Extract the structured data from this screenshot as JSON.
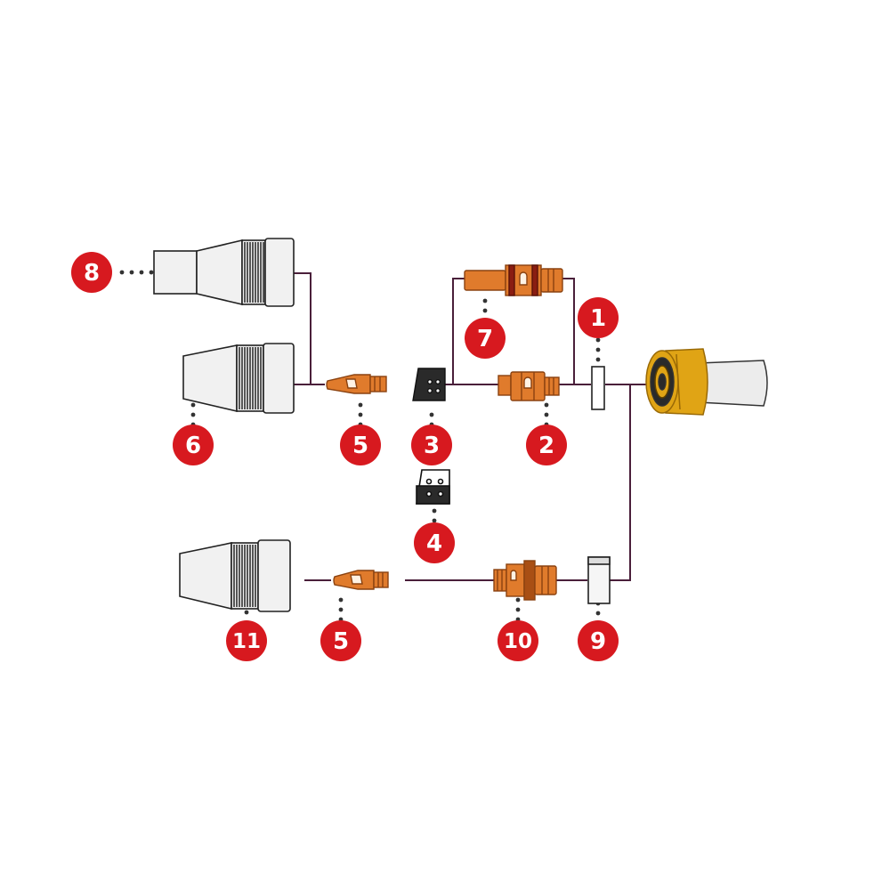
{
  "colors": {
    "badge": "#d7191f",
    "copper": "#e07b2c",
    "copper_dark": "#a94f14",
    "dark_red": "#8a1d12",
    "white_part": "#f1f1f1",
    "black_part": "#2a2a2a",
    "brass": "#e0a415",
    "connector_line": "#4a1f3a",
    "dots": "#333333"
  },
  "callouts": [
    {
      "id": "1",
      "label": "1"
    },
    {
      "id": "2",
      "label": "2"
    },
    {
      "id": "3",
      "label": "3"
    },
    {
      "id": "4",
      "label": "4"
    },
    {
      "id": "5a",
      "label": "5"
    },
    {
      "id": "5b",
      "label": "5"
    },
    {
      "id": "6",
      "label": "6"
    },
    {
      "id": "7",
      "label": "7"
    },
    {
      "id": "8",
      "label": "8"
    },
    {
      "id": "9",
      "label": "9"
    },
    {
      "id": "10",
      "label": "10"
    },
    {
      "id": "11",
      "label": "11"
    }
  ],
  "parts": [
    {
      "id": "torch-head",
      "icon": "torch-head-icon"
    },
    {
      "id": "1",
      "icon": "o-ring-icon"
    },
    {
      "id": "2",
      "icon": "electrode-holder-icon"
    },
    {
      "id": "3",
      "icon": "gas-diffuser-icon"
    },
    {
      "id": "4",
      "icon": "gas-diffuser-icon"
    },
    {
      "id": "5a",
      "icon": "electrode-icon"
    },
    {
      "id": "5b",
      "icon": "electrode-icon"
    },
    {
      "id": "6",
      "icon": "nozzle-icon"
    },
    {
      "id": "7",
      "icon": "long-electrode-holder-icon"
    },
    {
      "id": "8",
      "icon": "long-nozzle-icon"
    },
    {
      "id": "9",
      "icon": "insulator-icon"
    },
    {
      "id": "10",
      "icon": "electrode-holder-icon"
    },
    {
      "id": "11",
      "icon": "nozzle-icon"
    }
  ]
}
